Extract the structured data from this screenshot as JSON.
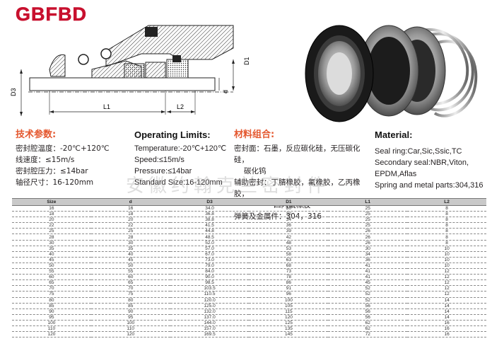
{
  "logo": "GBFBD",
  "drawing": {
    "dims": {
      "d3": "D3",
      "d1": "D1",
      "d": "d",
      "l1": "L1",
      "l2": "L2"
    }
  },
  "specs_cn_left": {
    "heading": "技术参数:",
    "lines": [
      "密封腔温度：-20℃+120℃",
      "线速度：≤15m/s",
      "密封腔压力：≤14bar",
      "轴径尺寸：16-120mm"
    ]
  },
  "specs_en_left": {
    "heading": "Operating Limits:",
    "lines": [
      "Temperature:-20℃+120℃",
      "Speed:≤15m/s",
      "Pressure:≤14bar",
      "Standard Size:16-120mm"
    ]
  },
  "specs_cn_right": {
    "heading": "材料组合:",
    "lines": [
      "密封面：石墨，反应碳化硅，无压碳化硅，",
      "碳化钨",
      "辅助密封：丁腈橡胶，氟橡胶，乙丙橡胶，",
      "四丙氟橡胶",
      "弹簧及金属件：304，316"
    ]
  },
  "specs_en_right": {
    "heading": "Material:",
    "lines": [
      "Seal ring:Car,Sic,Ssic,TC",
      "Secondary seal:NBR,Viton,",
      "EPDM,Aflas",
      "Spring and metal parts:304,316"
    ]
  },
  "watermark": "安徽约翰克兰密封件",
  "table": {
    "headers": [
      "Size",
      "d",
      "D3",
      "D1",
      "L1",
      "L2"
    ],
    "rows": [
      [
        "16",
        "16",
        "34.0",
        "30",
        "25",
        "8"
      ],
      [
        "18",
        "18",
        "36.8",
        "32",
        "25",
        "8"
      ],
      [
        "20",
        "20",
        "38.8",
        "34",
        "25",
        "8"
      ],
      [
        "22",
        "22",
        "41.5",
        "36",
        "25",
        "8"
      ],
      [
        "25",
        "25",
        "44.8",
        "39",
        "26",
        "8"
      ],
      [
        "28",
        "28",
        "48.5",
        "42",
        "26",
        "8"
      ],
      [
        "30",
        "30",
        "52.0",
        "48",
        "26",
        "8"
      ],
      [
        "35",
        "35",
        "57.0",
        "53",
        "30",
        "10"
      ],
      [
        "40",
        "40",
        "67.0",
        "58",
        "34",
        "10"
      ],
      [
        "45",
        "45",
        "73.0",
        "63",
        "36",
        "10"
      ],
      [
        "50",
        "50",
        "79.0",
        "68",
        "41",
        "10"
      ],
      [
        "55",
        "55",
        "84.0",
        "73",
        "41",
        "12"
      ],
      [
        "60",
        "60",
        "90.0",
        "78",
        "41",
        "12"
      ],
      [
        "65",
        "65",
        "98.5",
        "86",
        "45",
        "12"
      ],
      [
        "70",
        "70",
        "103.5",
        "91",
        "52",
        "12"
      ],
      [
        "75",
        "75",
        "110.5",
        "96",
        "52",
        "12"
      ],
      [
        "80",
        "80",
        "120.0",
        "100",
        "52",
        "14"
      ],
      [
        "85",
        "85",
        "125.0",
        "105",
        "56",
        "14"
      ],
      [
        "90",
        "90",
        "132.0",
        "115",
        "56",
        "14"
      ],
      [
        "95",
        "95",
        "137.0",
        "120",
        "56",
        "14"
      ],
      [
        "100",
        "100",
        "144.0",
        "125",
        "62",
        "16"
      ],
      [
        "110",
        "110",
        "157.0",
        "135",
        "62",
        "16"
      ],
      [
        "120",
        "120",
        "169.5",
        "145",
        "72",
        "16"
      ]
    ]
  }
}
